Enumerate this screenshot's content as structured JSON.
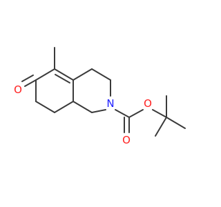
{
  "molecule": {
    "colors": {
      "bond": "#3a3a3a",
      "oxygen": "#ff2020",
      "nitrogen": "#2020ff"
    },
    "atoms": {
      "ketone_oxygen": {
        "label": "O",
        "element": "oxygen"
      },
      "ring_nitrogen": {
        "label": "N",
        "element": "nitrogen"
      },
      "carbamate_oxygen_ether": {
        "label": "O",
        "element": "oxygen"
      },
      "carbamate_oxygen_carbonyl": {
        "label": "O",
        "element": "oxygen"
      }
    }
  }
}
